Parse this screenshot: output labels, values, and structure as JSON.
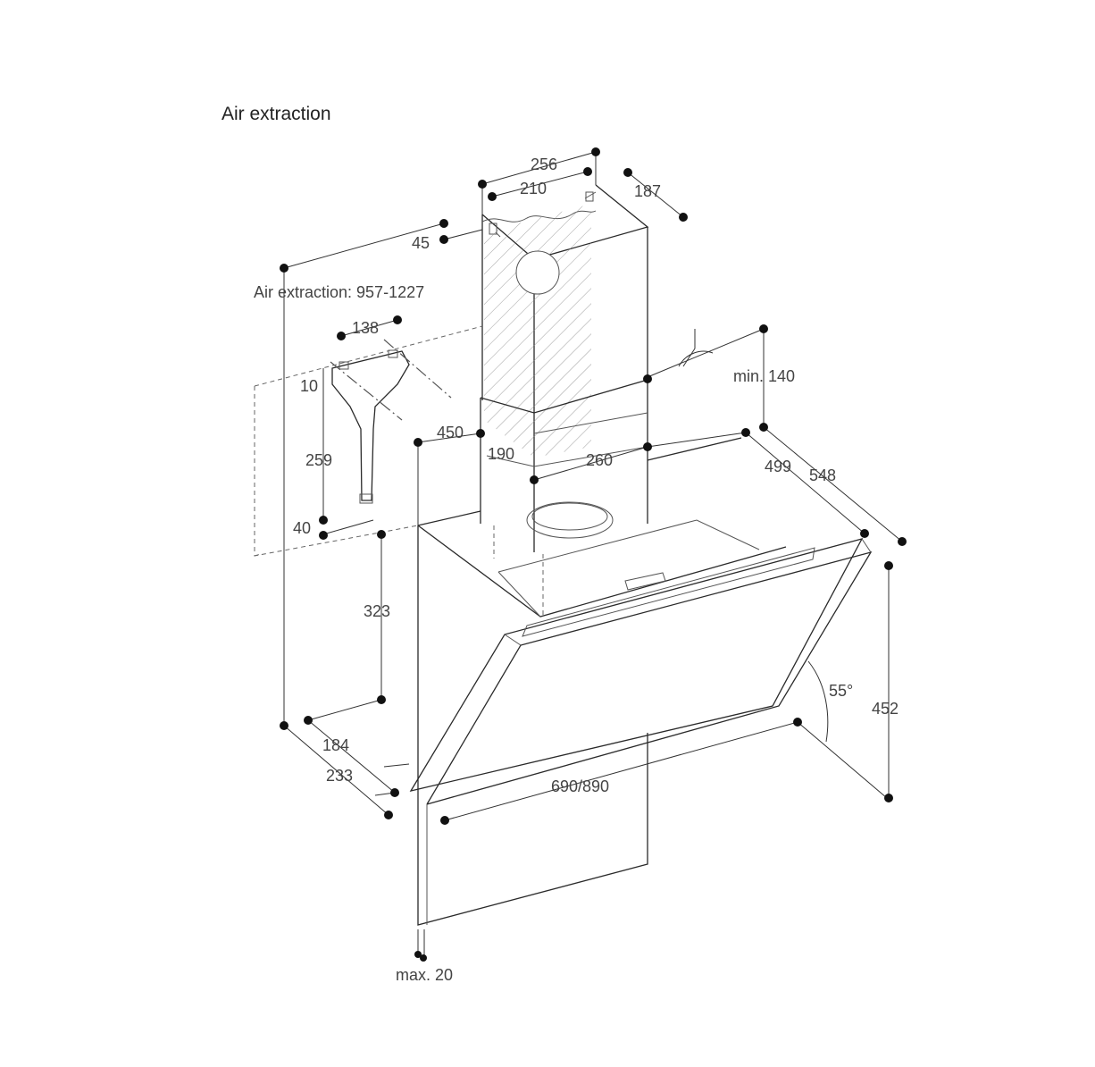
{
  "title": "Air extraction",
  "dimensions": {
    "d256": "256",
    "d210": "210",
    "d187": "187",
    "d45": "45",
    "air_range": "Air extraction: 957-1227",
    "d138": "138",
    "d10": "10",
    "d259": "259",
    "d40": "40",
    "d450": "450",
    "d190": "190",
    "d260": "260",
    "min140": "min. 140",
    "d499": "499",
    "d548": "548",
    "d323": "323",
    "angle": "55°",
    "d452": "452",
    "d184": "184",
    "d233": "233",
    "width": "690/890",
    "max20": "max. 20"
  }
}
